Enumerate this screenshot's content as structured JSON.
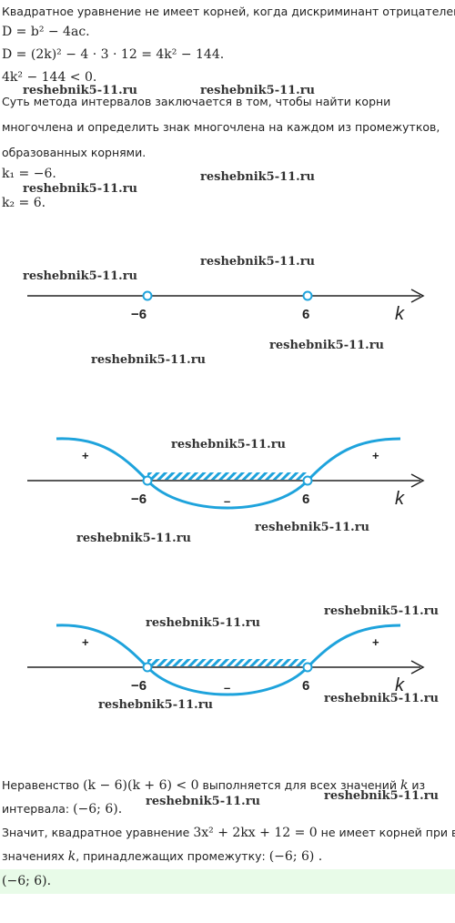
{
  "intro": "Квадратное уравнение не имеет корней, когда дискриминант отрицателен.",
  "formula_d": "D = b² − 4ac.",
  "formula_d_value": "D = (2k)² − 4 · 3 · 12 = 4k² − 144.",
  "inequality": "4k² − 144 < 0.",
  "method_text": "Суть метода интервалов заключается в том, чтобы найти корни многочлена и определить знак многочлена на каждом из промежутков, образованных корнями.",
  "root_1": "k₁ = −6.",
  "root_2": "k₂ = 6.",
  "axis": {
    "left_label": "−6",
    "right_label": "6",
    "var_label": "k",
    "plus": "+",
    "minus": "–"
  },
  "colors": {
    "curve": "#1ea3dc",
    "axis": "#222222",
    "answer_bg": "#e8fbe8"
  },
  "conclusion_1a": "Неравенство ",
  "conclusion_1b": "(k − 6)(k + 6) < 0",
  "conclusion_1c": " выполняется для всех значений ",
  "conclusion_1d": "k",
  "conclusion_1e": " из",
  "conclusion_2a": "интервала: ",
  "conclusion_2b": "(−6; 6).",
  "conclusion_3a": "Значит, квадратное уравнение ",
  "conclusion_3b": "3x² + 2kx + 12 = 0",
  "conclusion_3c": " не имеет корней при всех",
  "conclusion_4a": "значениях ",
  "conclusion_4b": "k",
  "conclusion_4c": ", принадлежащих промежутку: ",
  "conclusion_4d": "(−6; 6) .",
  "answer": "(−6; 6).",
  "watermark": "reshebnik5-11.ru"
}
